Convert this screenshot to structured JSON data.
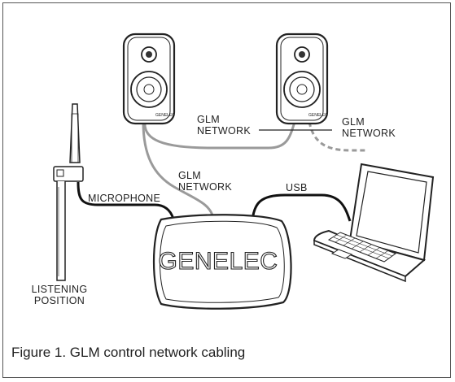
{
  "labels": {
    "glm_network_top_1": "GLM",
    "glm_network_top_2": "NETWORK",
    "glm_network_right_1": "GLM",
    "glm_network_right_2": "NETWORK",
    "glm_network_mid_1": "GLM",
    "glm_network_mid_2": "NETWORK",
    "usb": "USB",
    "microphone": "MICROPHONE",
    "listening_1": "LISTENING",
    "listening_2": "POSITION",
    "device_brand": "GENELEC",
    "speaker_badge": "GENELEC"
  },
  "caption": "Figure 1. GLM control network cabling"
}
